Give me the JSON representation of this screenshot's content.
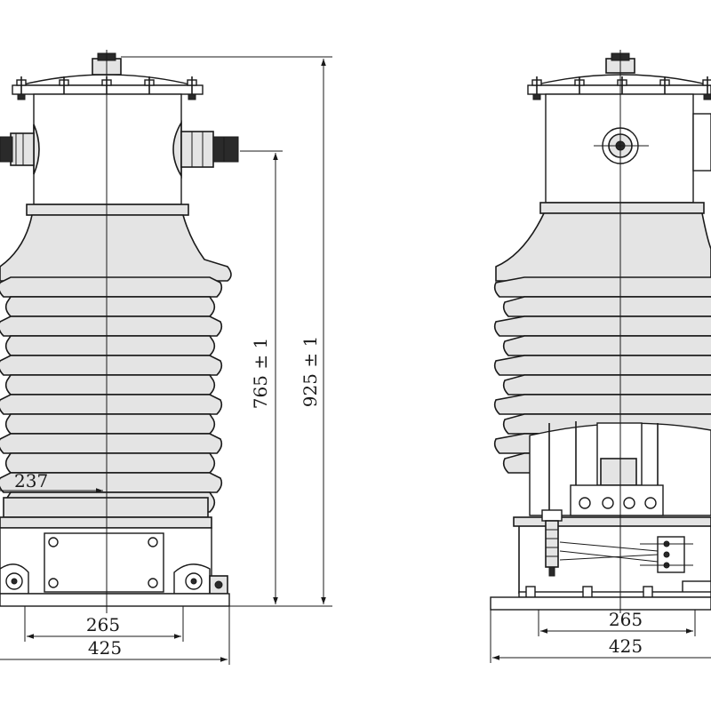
{
  "dimensions": {
    "left_height_outer": "925 ± 1",
    "left_height_inner": "765 ± 1",
    "left_radius": "237",
    "left_base_mount": "265",
    "left_base_overall": "425",
    "right_base_mount": "265",
    "right_base_overall": "425"
  },
  "colors": {
    "line": "#1a1a1a",
    "shade": "#e4e4e4",
    "background": "#ffffff"
  }
}
